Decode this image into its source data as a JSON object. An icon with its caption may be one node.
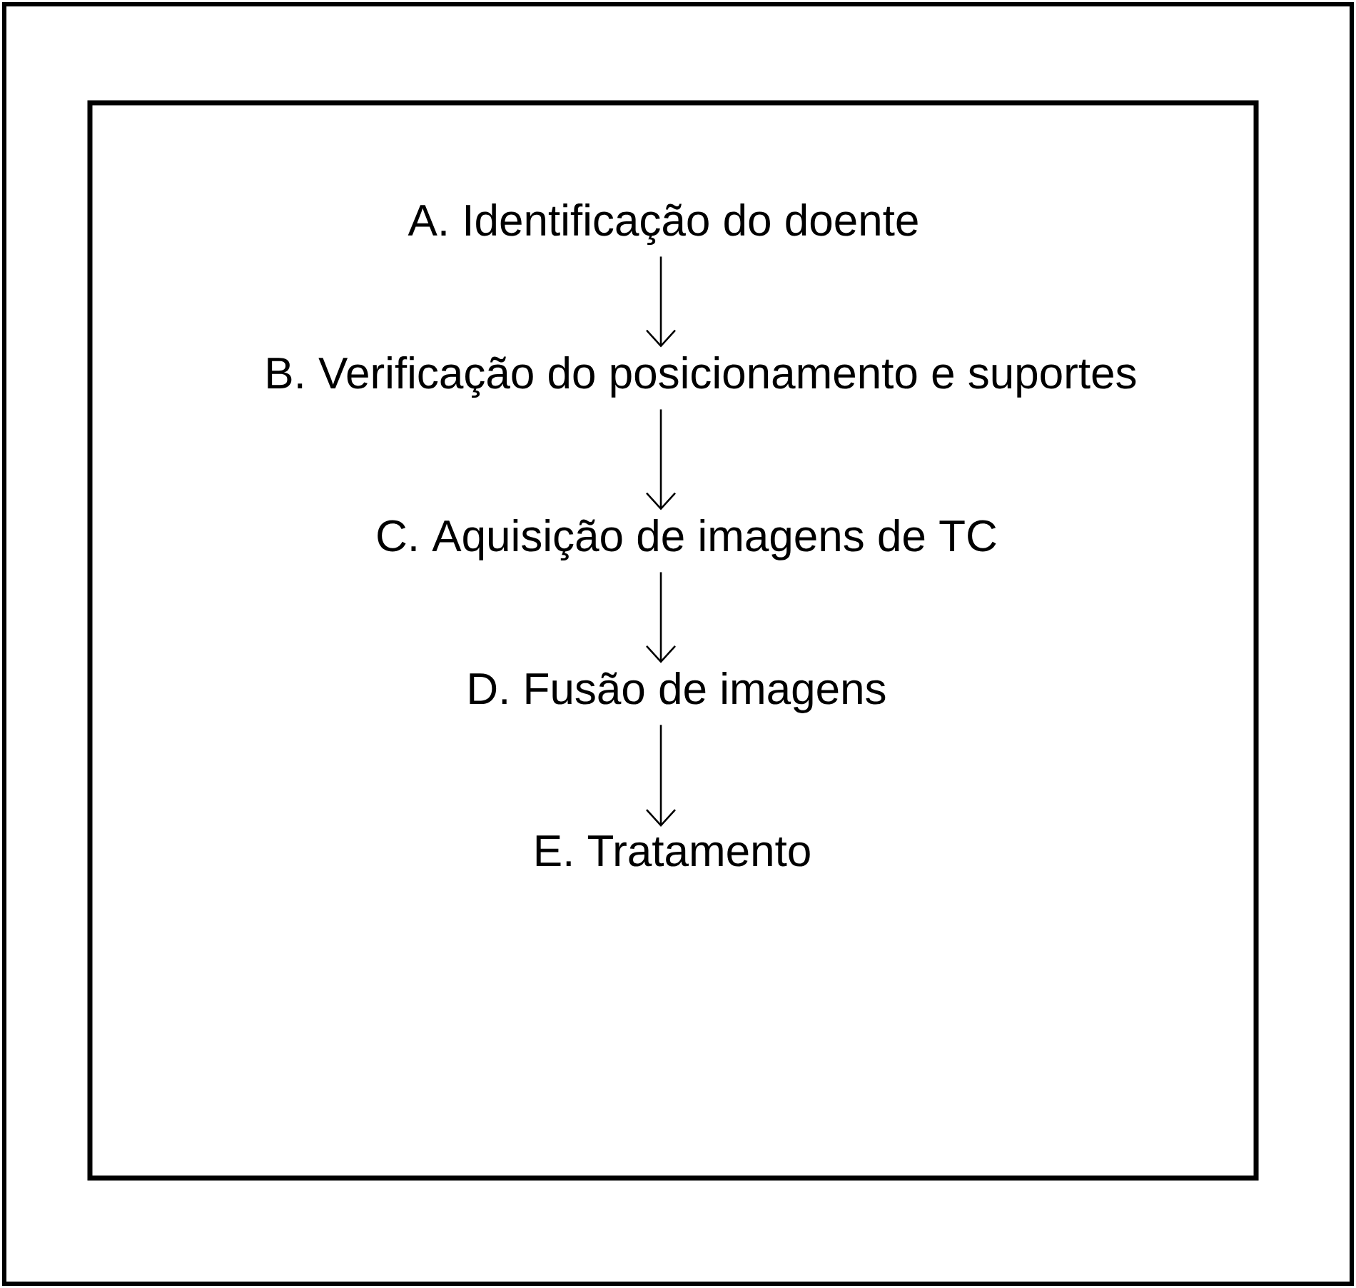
{
  "diagram": {
    "nodes": [
      {
        "text": [
          "A. Identificação do doente"
        ]
      },
      {
        "text": [
          "B. Verificação do posicionamento e suportes"
        ]
      },
      {
        "text": [
          "C. Aquisição de imagens de TC"
        ]
      },
      {
        "text": [
          "D. Fusão de imagens"
        ]
      },
      {
        "text": [
          "E. Tratamento"
        ]
      }
    ],
    "edges": [
      {
        "from": 0,
        "to": 1,
        "arrow": "to"
      },
      {
        "from": 1,
        "to": 2,
        "arrow": "to"
      },
      {
        "from": 2,
        "to": 3,
        "arrow": "to"
      },
      {
        "from": 3,
        "to": 4,
        "arrow": "to"
      }
    ]
  }
}
